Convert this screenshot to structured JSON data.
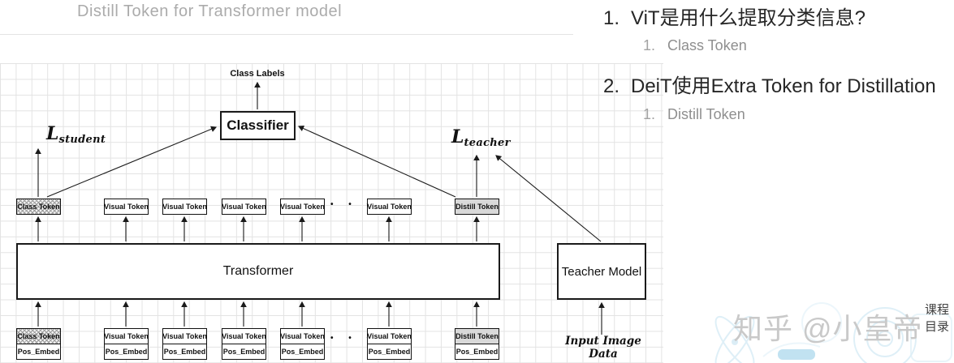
{
  "title": "Distill Token for Transformer model",
  "notes": {
    "item1": {
      "number": "1.",
      "text": "ViT是用什么提取分类信息?"
    },
    "sub1": {
      "number": "1.",
      "text": "Class Token"
    },
    "item2": {
      "number": "2.",
      "text": "DeiT使用Extra Token for Distillation"
    },
    "sub2": {
      "number": "1.",
      "text": "Distill Token"
    }
  },
  "diagram": {
    "class_labels": "Class Labels",
    "classifier": "Classifier",
    "transformer": "Transformer",
    "teacher_model": "Teacher Model",
    "input_image_data": "Input Image Data",
    "loss_student": {
      "base": "L",
      "sub": "student"
    },
    "loss_teacher": {
      "base": "L",
      "sub": "teacher"
    },
    "ellipsis": "• • •",
    "mid_tokens": [
      {
        "label": "Class Token"
      },
      {
        "label": "Visual Token"
      },
      {
        "label": "Visual Token"
      },
      {
        "label": "Visual Token"
      },
      {
        "label": "Visual Token"
      },
      {
        "label": "Visual Token"
      },
      {
        "label": "Distill Token"
      }
    ],
    "bottom_tokens": [
      {
        "label": "Class Token",
        "embed": "Pos_Embed"
      },
      {
        "label": "Visual Token",
        "embed": "Pos_Embed"
      },
      {
        "label": "Visual Token",
        "embed": "Pos_Embed"
      },
      {
        "label": "Visual Token",
        "embed": "Pos_Embed"
      },
      {
        "label": "Visual Token",
        "embed": "Pos_Embed"
      },
      {
        "label": "Visual Token",
        "embed": "Pos_Embed"
      },
      {
        "label": "Distill Token",
        "embed": "Pos_Embed"
      }
    ]
  },
  "watermark": {
    "text": "知乎 @小皇帝"
  },
  "side_tab": {
    "line1": "课程",
    "line2": "目录"
  },
  "colors": {
    "title": "#ababab",
    "note_text": "#262626",
    "note_sub": "#8f8f8f",
    "grid_line": "#e3e3e3",
    "box_border": "#1a1a1a",
    "distill_fill": "#d9d9d9",
    "watermark": "#c9c9c9",
    "deco_blue": "#b8dcee"
  }
}
